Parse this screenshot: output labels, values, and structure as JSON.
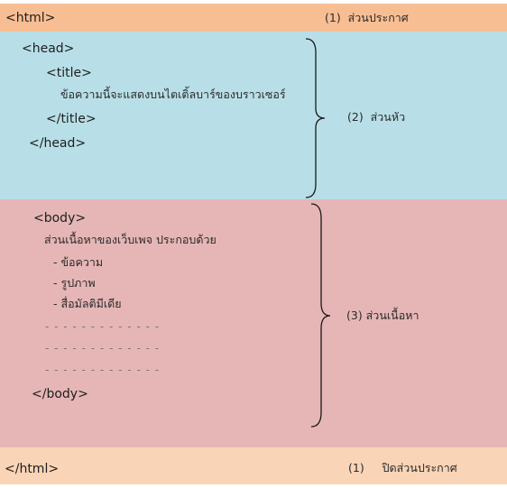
{
  "colors": {
    "top_band": "#f8be93",
    "head_band": "#b8dfe7",
    "body_band": "#e6b6b6",
    "bottom_band": "#fad4b6",
    "brace": "#1a1a1a"
  },
  "top": {
    "tag": "<html>",
    "label": "(1)  ส่วนประกาศ"
  },
  "head": {
    "open_tag": "<head>",
    "title_open": "<title>",
    "title_text": "ข้อความนี้จะแสดงบนไตเติ้ลบาร์ของบราวเซอร์",
    "title_close": "</title>",
    "close_tag": "</head>",
    "label": "(2)  ส่วนหัว"
  },
  "body": {
    "open_tag": "<body>",
    "intro": "ส่วนเนื้อหาของเว็บเพจ ประกอบด้วย",
    "items": [
      "- ข้อความ",
      "- รูปภาพ",
      "- สื่อมัลติมีเดีย"
    ],
    "dashes": [
      "- - - - - - - - - - - - -",
      "- - - - - - - - - - - - -",
      "- - - - - - - - - - - - -"
    ],
    "close_tag": "</body>",
    "label": "(3) ส่วนเนื้อหา"
  },
  "bottom": {
    "tag": "</html>",
    "label": "(1)     ปิดส่วนประกาศ"
  }
}
